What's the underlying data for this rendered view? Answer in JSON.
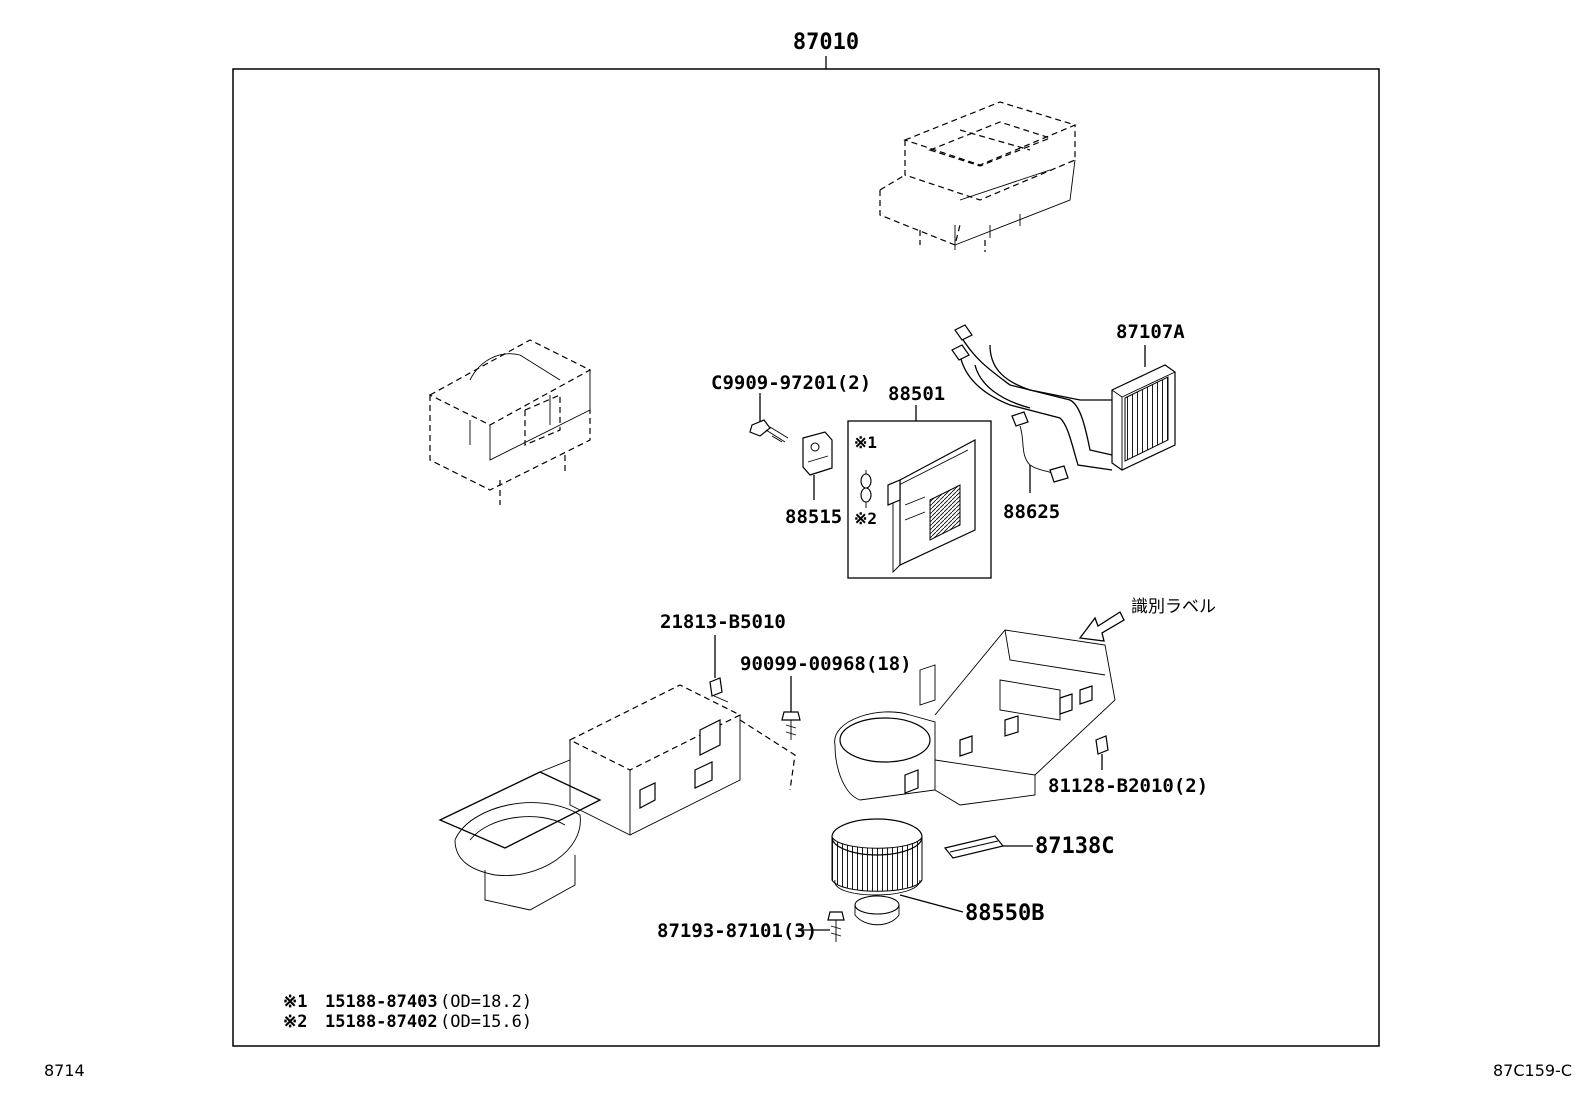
{
  "labels": {
    "assembly": "87010",
    "heater_core": "87107A",
    "screw_c9909": "C9909-97201(2)",
    "evaporator": "88501",
    "mark1": "※1",
    "mark2": "※2",
    "valve": "88515",
    "sensor": "88625",
    "clip_21813": "21813-B5010",
    "screw_90099": "90099-00968(18)",
    "id_label": "識別ラベル",
    "clip_81128": "81128-B2010(2)",
    "resistor": "87138C",
    "blower_motor": "88550B",
    "screw_87193": "87193-87101(3)"
  },
  "notes": [
    {
      "mark": "※1",
      "part": "15188-87403",
      "spec": "(OD=18.2)"
    },
    {
      "mark": "※2",
      "part": "15188-87402",
      "spec": "(OD=15.6)"
    }
  ],
  "footer": {
    "page_left": "8714",
    "page_right": "87C159-C"
  }
}
